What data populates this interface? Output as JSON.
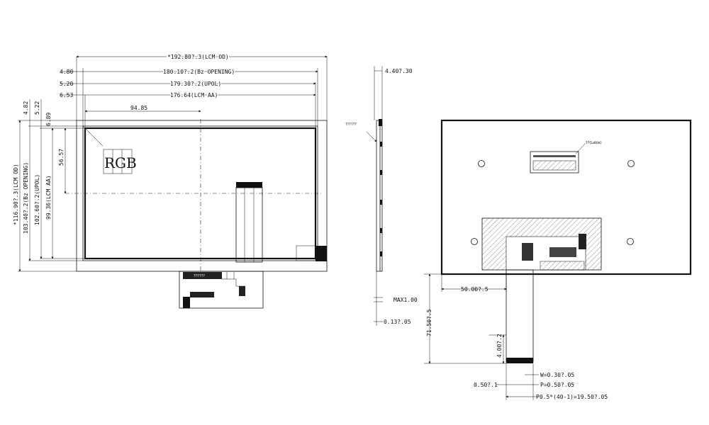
{
  "front_view": {
    "dims_horizontal": [
      {
        "id": "lcm_od_w",
        "label": "*192.80?.3(LCM OD)"
      },
      {
        "id": "bz_open_w",
        "label": "180.10?.2(Bz OPENING)",
        "offset": "4.80"
      },
      {
        "id": "upol_w",
        "label": "179.30?.2(UPOL)",
        "offset": "5.20"
      },
      {
        "id": "lcm_aa_w",
        "label": "176.64(LCM AA)",
        "offset": "6.53"
      },
      {
        "id": "center_x",
        "label": "94.85"
      }
    ],
    "dims_vertical": [
      {
        "id": "lcm_od_h",
        "label": "*116.90?.3(LCM OD)"
      },
      {
        "id": "bz_open_h",
        "label": "103.40?.2(Bz OPENING)",
        "offset": "4.82"
      },
      {
        "id": "upol_h",
        "label": "102.60?.2(UPOL)",
        "offset": "5.22"
      },
      {
        "id": "lcm_aa_h",
        "label": "99.36(LCM AA)",
        "offset": "6.89"
      },
      {
        "id": "center_y",
        "label": "56.57"
      }
    ],
    "rgb_label": "RGB",
    "fpc_label": "??????"
  },
  "side_view": {
    "thickness": "4.40?.30",
    "note": "??????",
    "fpc_thickness": "MAX1.00",
    "fpc_tail": "0.13?.05"
  },
  "back_view": {
    "barcode_label": "??(Lable)",
    "fpc_offset": "50.00?.5",
    "fpc_length": "71.50?.5",
    "stiffener": "4.00?.2",
    "pin_width": "W=0.30?.05",
    "pitch": "P=0.50?.05",
    "pin_offset": "0.50?.1",
    "pin_span": "P0.5*(40-1)=19.50?.05"
  }
}
